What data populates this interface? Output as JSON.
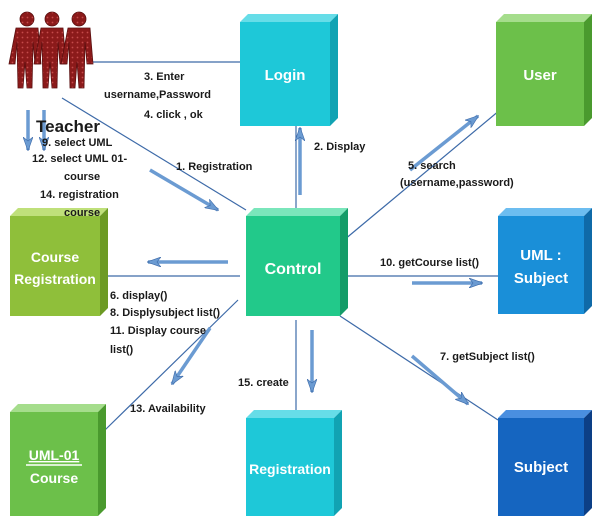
{
  "actor": {
    "name": "Teacher"
  },
  "nodes": {
    "login": "Login",
    "user": "User",
    "control": "Control",
    "course_registration": [
      "Course",
      "Registration"
    ],
    "uml_subject": [
      "UML :",
      "Subject"
    ],
    "uml01_course": [
      "UML-01",
      "Course"
    ],
    "registration": "Registration",
    "subject": "Subject"
  },
  "messages": {
    "enter": "3. Enter",
    "credentials": "username,Password",
    "click_ok": "4. click , ok",
    "select_uml": "9. select UML",
    "select_uml01_a": "12. select UML 01-",
    "select_uml01_b": "course",
    "registration_course_a": "14. registration",
    "registration_course_b": "course",
    "registration": "1. Registration",
    "display": "2. Display",
    "search_a": "5. search",
    "search_b": "(username,password)",
    "get_course_list": "10. getCourse list()",
    "display_call": "6. display()",
    "display_subject_list": "8. Displysubject list()",
    "display_course_list_a": "11. Display course",
    "display_course_list_b": "list()",
    "get_subject_list": "7. getSubject list()",
    "create": "15. create",
    "availability": "13. Availability"
  },
  "colors": {
    "cyan": "#1ec8d8",
    "green": "#6cc04a",
    "olive": "#8fbf3a",
    "control": "#22c98a",
    "blue": "#1a8fd8",
    "dark_blue": "#1565c0",
    "arrow": "#6b9bd2",
    "line": "#3d6aa8",
    "actor": "#8b1a1a"
  }
}
